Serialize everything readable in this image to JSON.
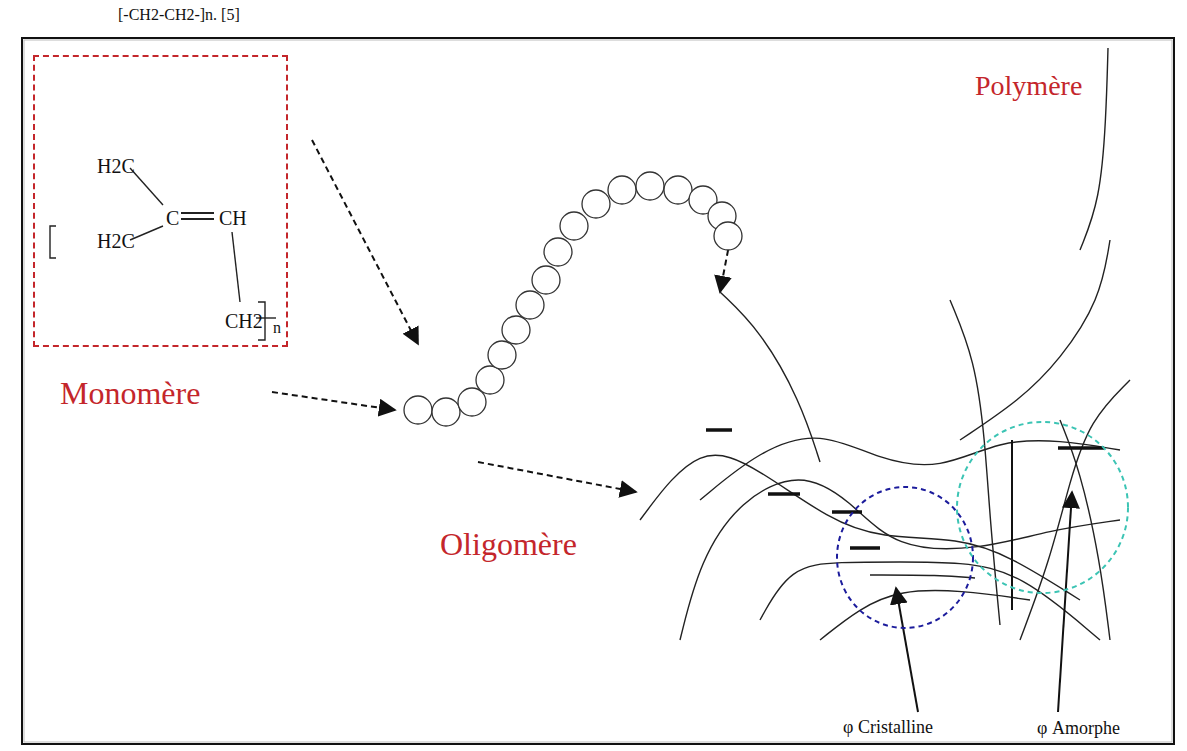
{
  "diagram": {
    "nodes": [
      {
        "text": [
          "H2C",
          "H2C",
          "C",
          "CH",
          "CH2",
          "n",
          "Monomère"
        ]
      },
      {
        "text": [
          "φ Cristalline"
        ]
      },
      {
        "text": [
          "φ Amorphe"
        ]
      }
    ],
    "labels": [
      "[-CH2-CH2-]n. [5]",
      "Polymère",
      "Oligomère"
    ]
  }
}
